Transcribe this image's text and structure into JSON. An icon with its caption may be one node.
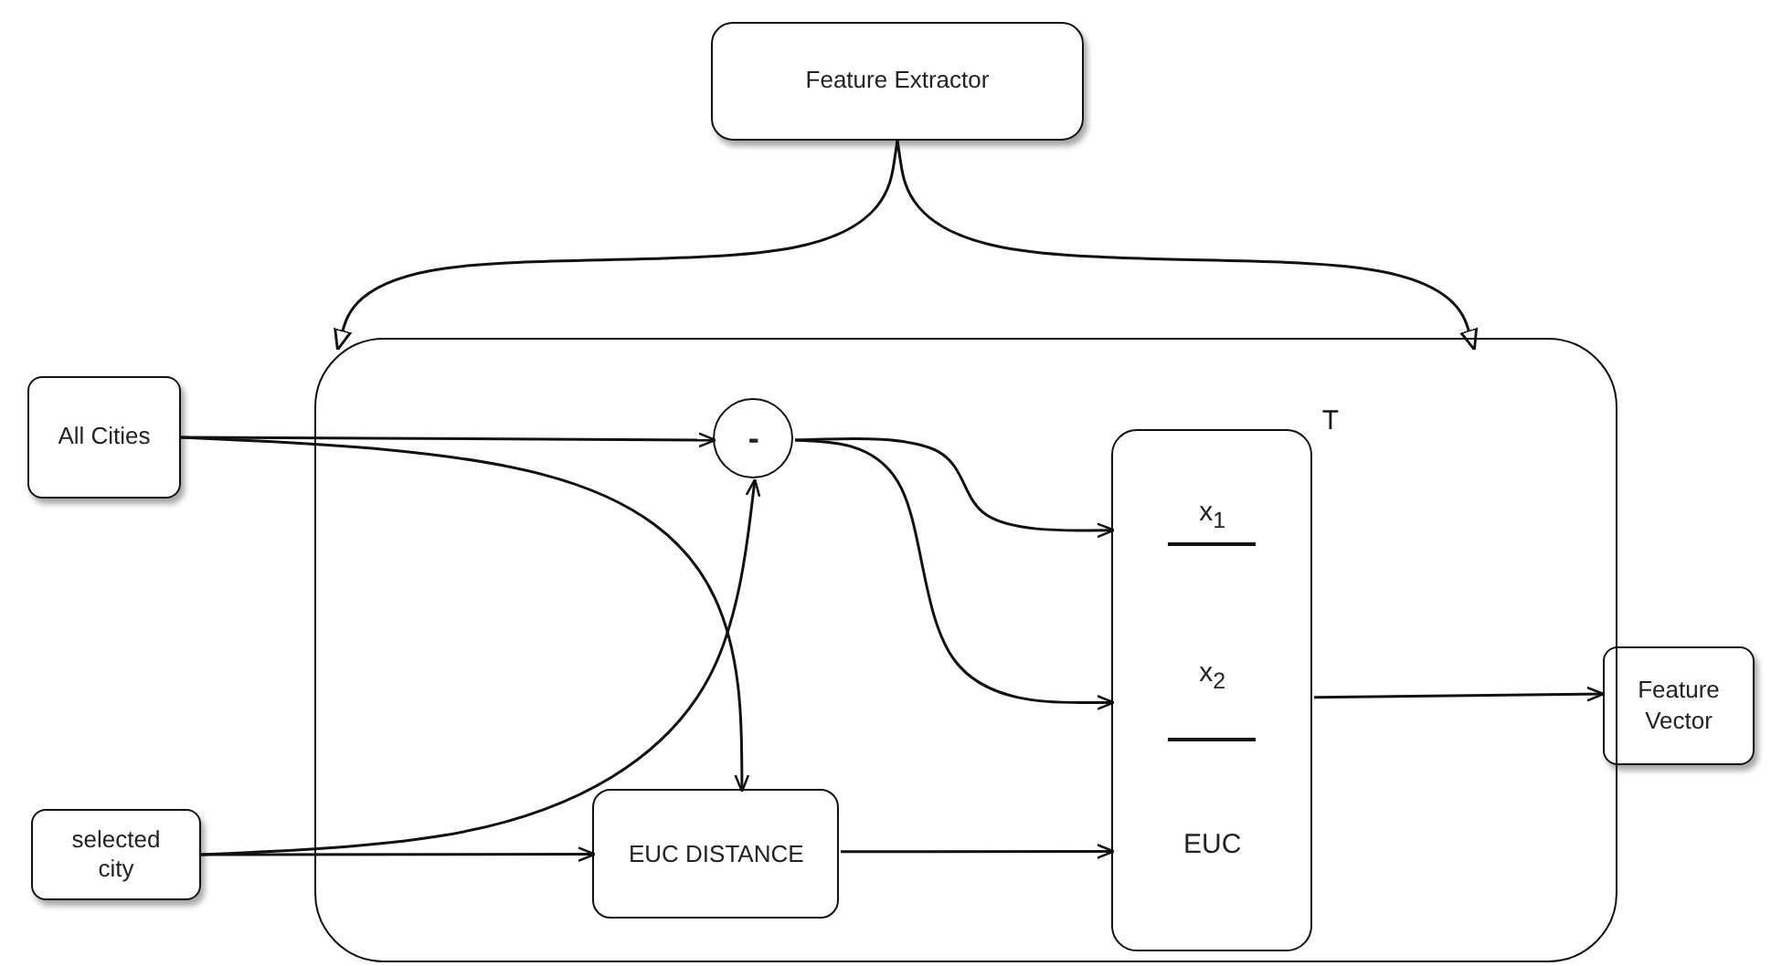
{
  "diagram": {
    "nodes": [
      {
        "text": [
          "Feature Extractor"
        ]
      },
      {
        "text": [],
        "shape": "box"
      },
      {
        "text": [
          "All Cities"
        ]
      },
      {
        "text": [
          "-"
        ],
        "in": 1
      },
      {
        "text": [
          "x$_{1}$",
          "x$_{2}$",
          "EUC"
        ],
        "beside": [
          "T"
        ],
        "in": 1
      },
      {
        "text": [
          "Feature Vector"
        ]
      },
      {
        "text": [
          "selected city"
        ]
      },
      {
        "text": [
          "EUC DISTANCE"
        ],
        "in": 1
      }
    ],
    "edges": [
      {
        "from": 0,
        "to": 1,
        "arrow": "to"
      },
      {
        "from": 0,
        "to": 1,
        "arrow": "to"
      },
      {
        "from": 2,
        "to": 3,
        "arrow": "to"
      },
      {
        "from": 2,
        "to": 7,
        "arrow": "to"
      },
      {
        "from": 6,
        "to": 3,
        "arrow": "to"
      },
      {
        "from": 6,
        "to": 7,
        "arrow": "to"
      },
      {
        "from": 3,
        "to": 4,
        "arrow": "to"
      },
      {
        "from": 3,
        "to": 4,
        "arrow": "to"
      },
      {
        "from": 7,
        "to": 4,
        "arrow": "to"
      },
      {
        "from": 4,
        "to": 5,
        "arrow": "to"
      }
    ]
  }
}
